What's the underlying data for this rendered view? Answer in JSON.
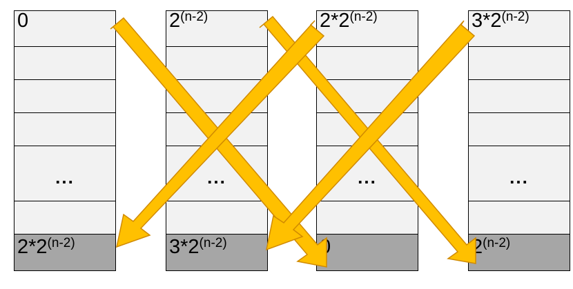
{
  "columns": [
    {
      "top_label": {
        "base": "0",
        "sup": ""
      },
      "bottom_label": {
        "base": "2*2",
        "sup": "(n-2)"
      },
      "ellipsis": "..."
    },
    {
      "top_label": {
        "base": "2",
        "sup": "(n-2)"
      },
      "bottom_label": {
        "base": "3*2",
        "sup": "(n-2)"
      },
      "ellipsis": "..."
    },
    {
      "top_label": {
        "base": "2*2",
        "sup": "(n-2)"
      },
      "bottom_label": {
        "base": "0",
        "sup": ""
      },
      "ellipsis": "..."
    },
    {
      "top_label": {
        "base": "3*2",
        "sup": "(n-2)"
      },
      "bottom_label": {
        "base": "2",
        "sup": "(n-2)"
      },
      "ellipsis": "..."
    }
  ],
  "colors": {
    "arrow_fill": "#FFC000",
    "arrow_stroke": "#D08A00",
    "cell_fill": "#F2F2F2",
    "bottom_cell_fill": "#A6A6A6"
  }
}
